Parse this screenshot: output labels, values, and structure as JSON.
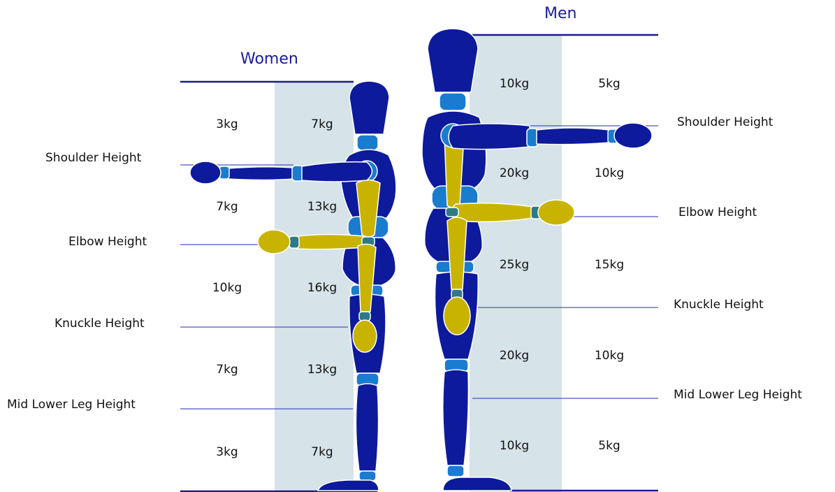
{
  "colors": {
    "title": "#1a1aa0",
    "body": "#0d1a9c",
    "joint": "#1a7ccf",
    "limb_highlight": "#c8b400",
    "wrist": "#2d7a86",
    "zone_fill": "#d6e3e8",
    "line": "#4a55c8",
    "heavy_line": "#1a1a8c"
  },
  "women": {
    "title": "Women",
    "labels": {
      "shoulder": "Shoulder Height",
      "elbow": "Elbow Height",
      "knuckle": "Knuckle Height",
      "mid_lower_leg": "Mid Lower Leg Height"
    },
    "outer_weights": [
      "3kg",
      "7kg",
      "10kg",
      "7kg",
      "3kg"
    ],
    "inner_weights": [
      "7kg",
      "13kg",
      "16kg",
      "13kg",
      "7kg"
    ]
  },
  "men": {
    "title": "Men",
    "labels": {
      "shoulder": "Shoulder Height",
      "elbow": "Elbow Height",
      "knuckle": "Knuckle Height",
      "mid_lower_leg": "Mid Lower Leg Height"
    },
    "inner_weights": [
      "10kg",
      "20kg",
      "25kg",
      "20kg",
      "10kg"
    ],
    "outer_weights": [
      "5kg",
      "10kg",
      "15kg",
      "10kg",
      "5kg"
    ]
  }
}
